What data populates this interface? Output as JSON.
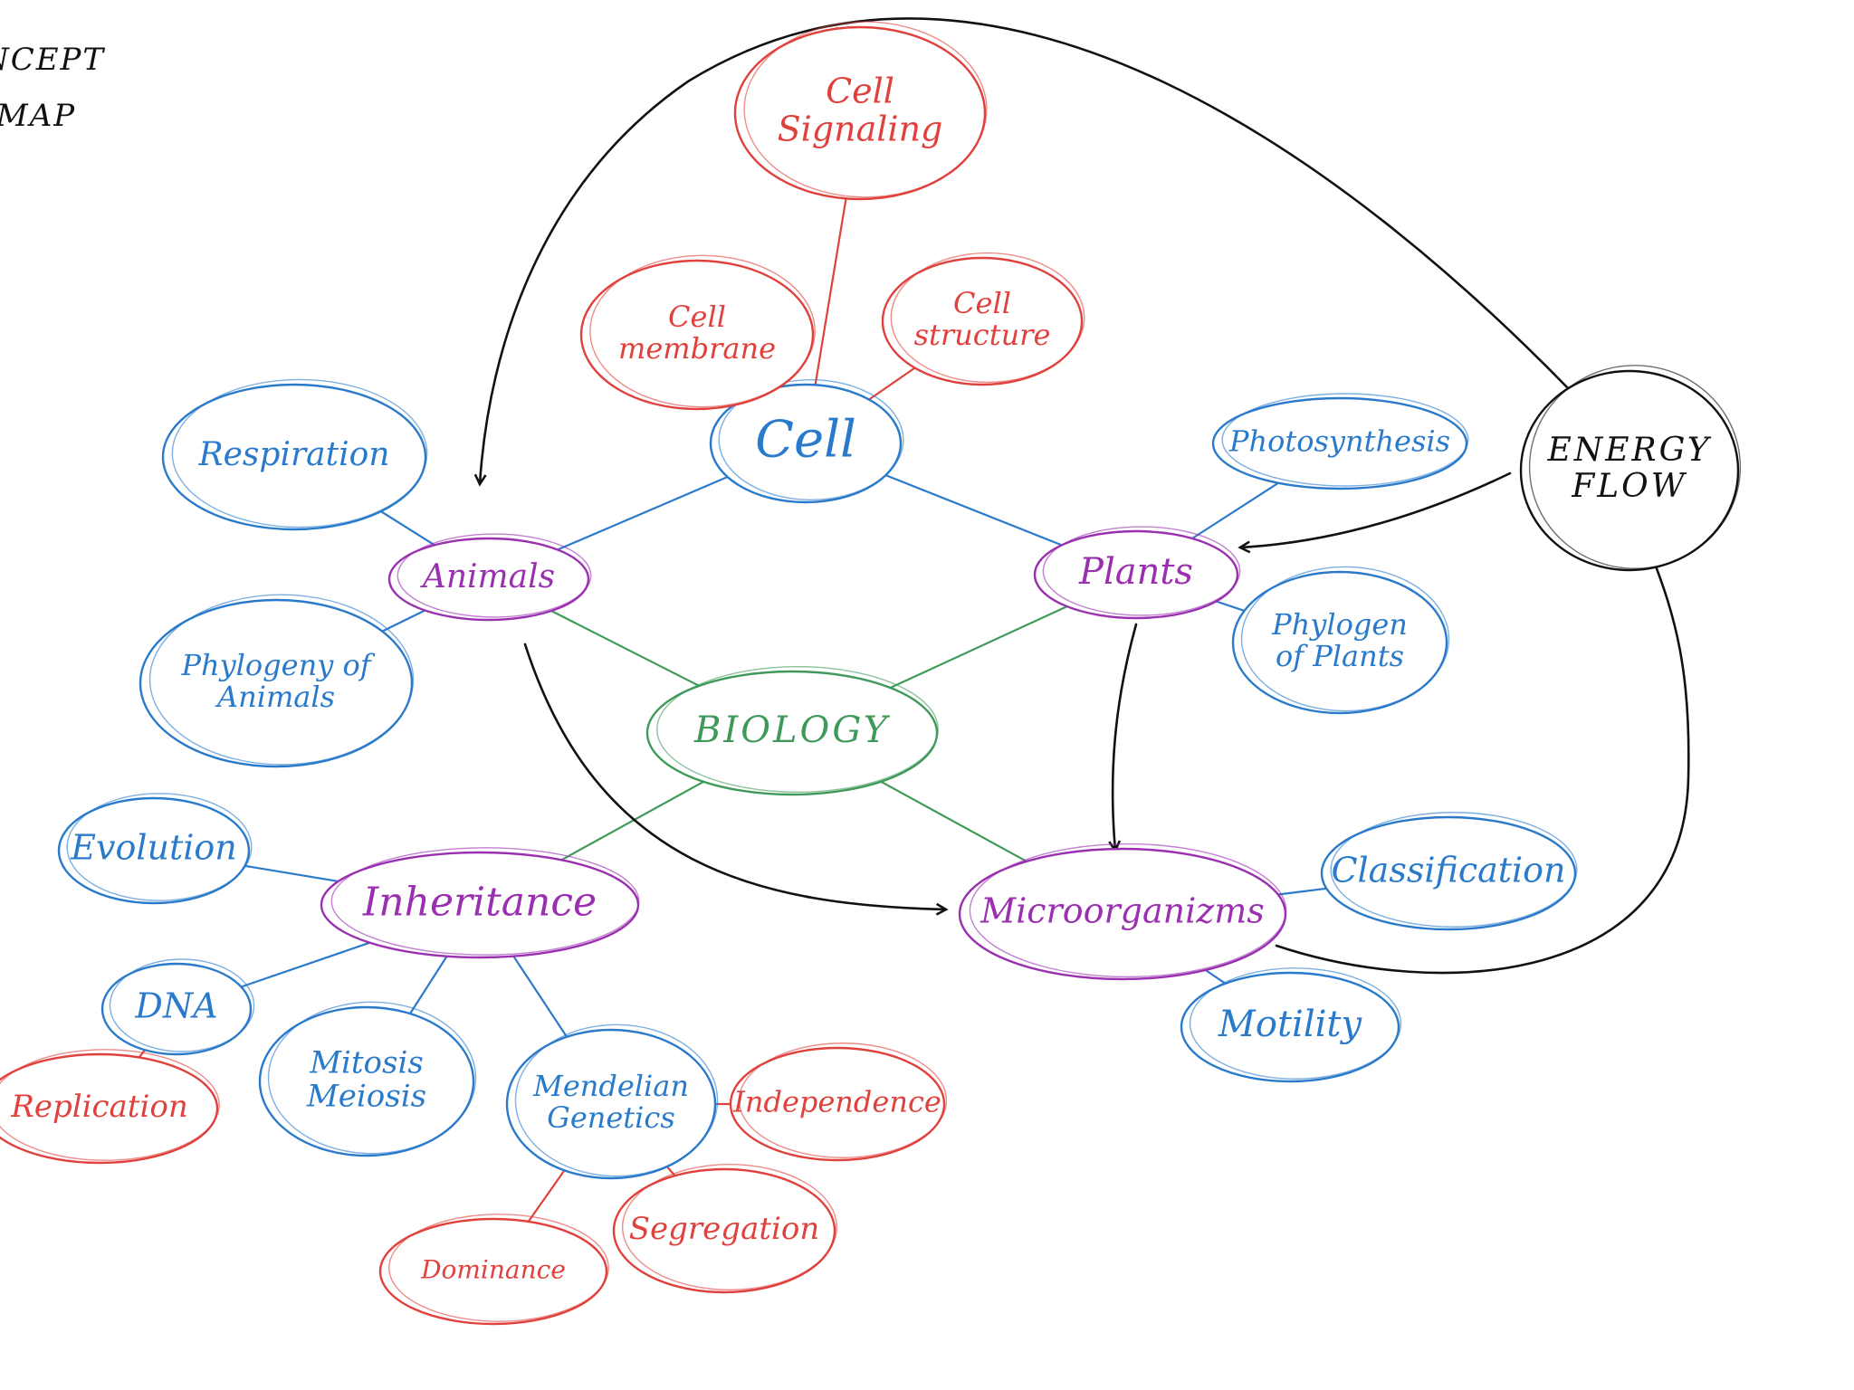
{
  "title_lines": [
    "NCEPT",
    "MAP"
  ],
  "colors": {
    "biology": "#3f9a5a",
    "branch": "#9a2fb0",
    "topic": "#2a7acb",
    "detail": "#e0413c",
    "flow": "#111111"
  },
  "nodes": {
    "biology": {
      "label": "BIOLOGY",
      "level": "biology"
    },
    "animals": {
      "label": "Animals",
      "level": "branch"
    },
    "plants": {
      "label": "Plants",
      "level": "branch"
    },
    "inheritance": {
      "label": "Inheritance",
      "level": "branch"
    },
    "microorganisms": {
      "label": "Microorganizms",
      "level": "branch"
    },
    "cell": {
      "label": "Cell",
      "level": "topic"
    },
    "respiration": {
      "label": "Respiration",
      "level": "topic"
    },
    "phylogeny_animals": {
      "label": "Phylogeny of Animals",
      "level": "topic"
    },
    "photosynthesis": {
      "label": "Photosynthesis",
      "level": "topic"
    },
    "phylogeny_plants": {
      "label": "Phylogeny of Plants",
      "level": "topic"
    },
    "evolution": {
      "label": "Evolution",
      "level": "topic"
    },
    "dna": {
      "label": "DNA",
      "level": "topic"
    },
    "mitosis_meiosis": {
      "label": "Mitosis Meiosis",
      "level": "topic"
    },
    "mendelian": {
      "label": "Mendelian Genetics",
      "level": "topic"
    },
    "classification": {
      "label": "Classification",
      "level": "topic"
    },
    "motility": {
      "label": "Motility",
      "level": "topic"
    },
    "cell_signaling": {
      "label": "Cell Signaling",
      "level": "detail"
    },
    "cell_membrane": {
      "label": "Cell membrane",
      "level": "detail"
    },
    "cell_structure": {
      "label": "Cell structure",
      "level": "detail"
    },
    "replication": {
      "label": "Replication",
      "level": "detail"
    },
    "independence": {
      "label": "Independence",
      "level": "detail"
    },
    "dominance": {
      "label": "Dominance",
      "level": "detail"
    },
    "segregation": {
      "label": "Segregation",
      "level": "detail"
    },
    "energy_flow": {
      "label": "ENERGY FLOW",
      "level": "flow"
    }
  },
  "links": [
    {
      "from": "biology",
      "to": "animals"
    },
    {
      "from": "biology",
      "to": "plants"
    },
    {
      "from": "biology",
      "to": "inheritance"
    },
    {
      "from": "biology",
      "to": "microorganisms"
    },
    {
      "from": "animals",
      "to": "cell"
    },
    {
      "from": "plants",
      "to": "cell"
    },
    {
      "from": "cell",
      "to": "cell_signaling"
    },
    {
      "from": "cell",
      "to": "cell_membrane"
    },
    {
      "from": "cell",
      "to": "cell_structure"
    },
    {
      "from": "animals",
      "to": "respiration"
    },
    {
      "from": "animals",
      "to": "phylogeny_animals"
    },
    {
      "from": "plants",
      "to": "photosynthesis"
    },
    {
      "from": "plants",
      "to": "phylogeny_plants"
    },
    {
      "from": "inheritance",
      "to": "evolution"
    },
    {
      "from": "inheritance",
      "to": "dna"
    },
    {
      "from": "inheritance",
      "to": "mitosis_meiosis"
    },
    {
      "from": "inheritance",
      "to": "mendelian"
    },
    {
      "from": "dna",
      "to": "replication"
    },
    {
      "from": "mendelian",
      "to": "independence"
    },
    {
      "from": "mendelian",
      "to": "dominance"
    },
    {
      "from": "mendelian",
      "to": "segregation"
    },
    {
      "from": "microorganisms",
      "to": "classification"
    },
    {
      "from": "microorganisms",
      "to": "motility"
    }
  ],
  "arrows": [
    {
      "from": "energy_flow",
      "to": "animals"
    },
    {
      "from": "energy_flow",
      "to": "plants"
    },
    {
      "from": "animals",
      "to": "microorganisms"
    },
    {
      "from": "plants",
      "to": "microorganisms"
    },
    {
      "from": "microorganisms",
      "to": "energy_flow"
    }
  ]
}
